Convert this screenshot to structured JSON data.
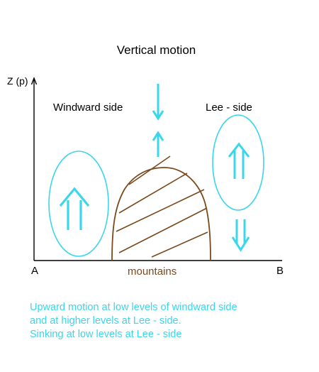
{
  "title": "Vertical motion",
  "axis": {
    "y_label": "Z (p)",
    "start_label": "A",
    "end_label": "B"
  },
  "regions": {
    "windward": "Windward side",
    "lee": "Lee - side"
  },
  "terrain_label": "mountains",
  "caption": [
    "Upward motion at low levels of windward side",
    "and at higher levels at Lee - side.",
    "Sinking at low levels at Lee - side"
  ],
  "colors": {
    "motion": "#3ad6ea",
    "mountain": "#7a4a1e",
    "axis": "#000000",
    "caption": "#3ad6ea"
  }
}
